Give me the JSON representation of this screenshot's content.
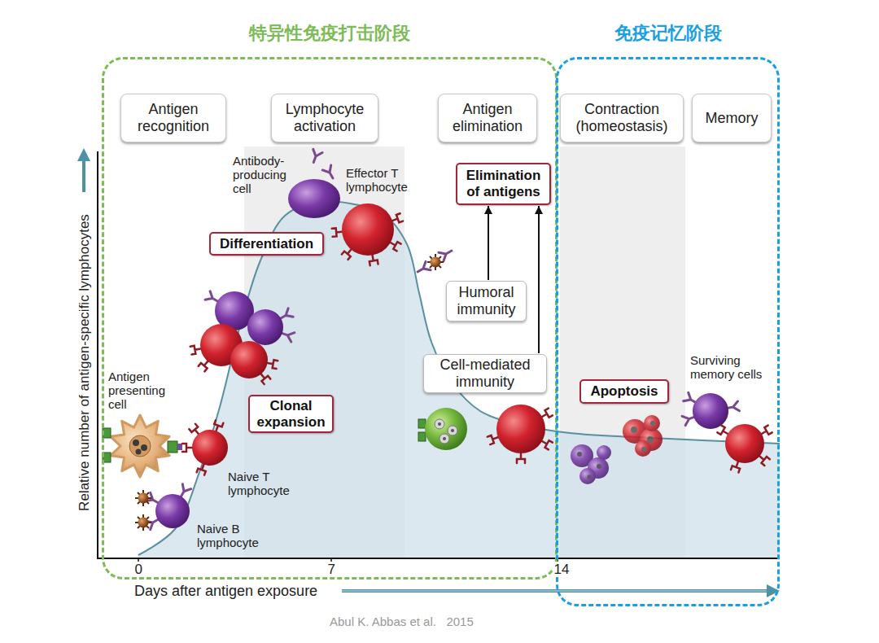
{
  "diagram": {
    "nodes": [
      {
        "text": [
          "特异性免疫打击阶段"
        ]
      },
      {
        "text": [
          "Antigen recognition"
        ],
        "in": 0
      },
      {
        "text": [
          "Lymphocyte activation"
        ],
        "in": 0
      },
      {
        "text": [
          "Antigen elimination"
        ],
        "in": 0
      },
      {
        "text": [
          "Elimination of antigens"
        ],
        "in": 0
      },
      {
        "text": [
          "Differentiation"
        ],
        "in": 0
      },
      {
        "text": [
          "Humoral immunity"
        ],
        "in": 0
      },
      {
        "text": [
          "Cell-mediated immunity"
        ],
        "in": 0
      },
      {
        "text": [
          "Clonal expansion"
        ],
        "in": 0
      },
      {
        "text": [
          "免疫记忆阶段"
        ]
      },
      {
        "text": [
          "Contraction (homeostasis)"
        ],
        "in": 9
      },
      {
        "text": [
          "Memory"
        ],
        "in": 9
      },
      {
        "text": [
          "Apoptosis"
        ],
        "in": 9
      }
    ],
    "edges": [
      {
        "from": 6,
        "to": 4,
        "arrow": "to"
      },
      {
        "from": 7,
        "to": 4,
        "arrow": "to"
      }
    ],
    "labels": [
      "Antibody-producing cell",
      "Effector T lymphocyte",
      "Antigen presenting cell",
      "Naive T lymphocyte",
      "Naive B lymphocyte",
      "Surviving memory cells",
      "Relative number of antigen-specific lymphocytes",
      "0",
      "7",
      "14",
      "Days after antigen exposure",
      "Abul K. Abbas et al.   2015"
    ]
  }
}
